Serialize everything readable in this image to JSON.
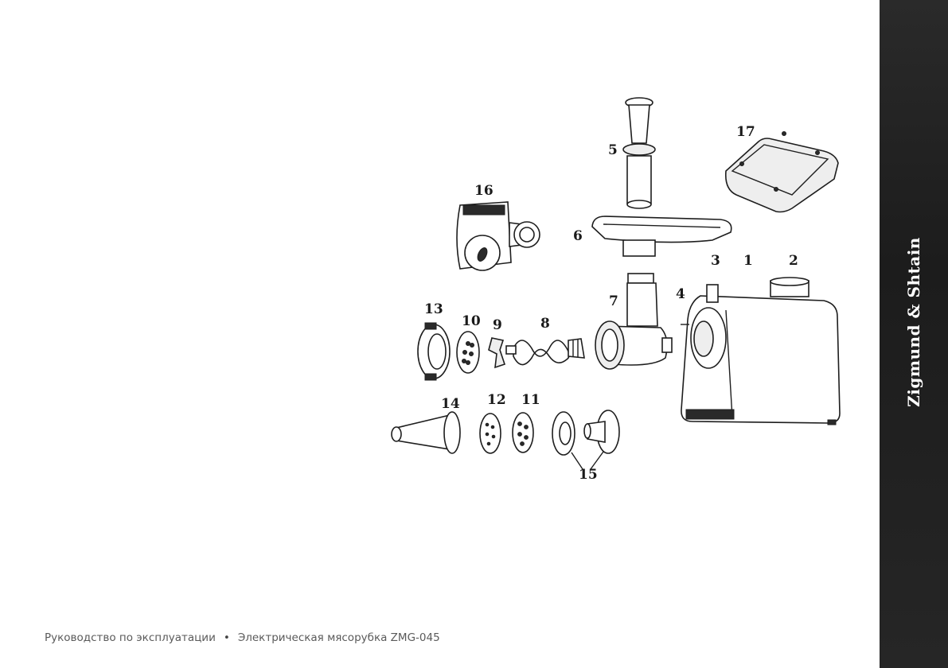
{
  "diagram": {
    "part_numbers": [
      "1",
      "2",
      "3",
      "4",
      "5",
      "6",
      "7",
      "8",
      "9",
      "10",
      "11",
      "12",
      "13",
      "14",
      "15",
      "16",
      "17"
    ]
  },
  "brand": {
    "text": "Zigmund & Shtain"
  },
  "footer": {
    "left": "Руководство по эксплуатации",
    "bullet": "•",
    "right": "Электрическая мясорубка ZMG-045"
  }
}
